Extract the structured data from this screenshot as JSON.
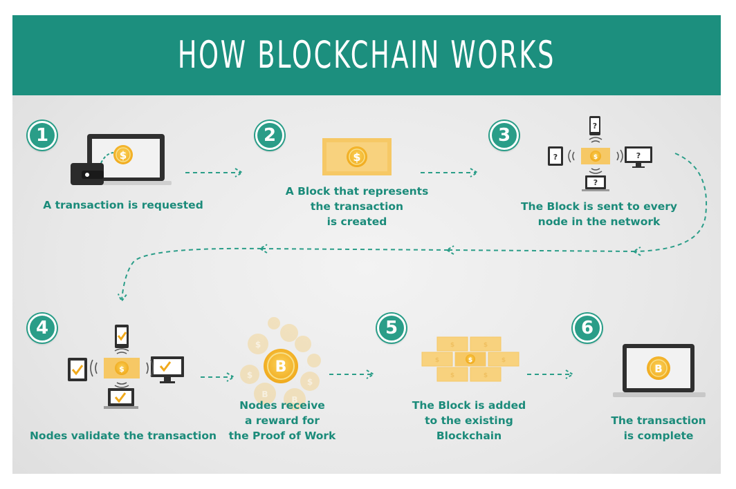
{
  "title": "HOW BLOCKCHAIN WORKS",
  "steps": {
    "one": {
      "number": "1"
    },
    "two": {
      "number": "2"
    },
    "three": {
      "number": "3"
    },
    "four": {
      "number": "4"
    },
    "five": {
      "number": "5"
    },
    "six": {
      "number": "6"
    }
  },
  "labels": {
    "requested": [
      "A transaction is requested"
    ],
    "created": [
      "A Block that represents",
      "the transaction",
      "is created"
    ],
    "sent": [
      "The Block is sent to every",
      "node in the network"
    ],
    "validate": [
      "Nodes validate the transaction"
    ],
    "reward": [
      "Nodes receive",
      "a reward for",
      "the Proof of Work"
    ],
    "added": [
      "The Block is added",
      "to the existing",
      "Blockchain"
    ],
    "complete": [
      "The transaction",
      "is complete"
    ]
  },
  "glyphs": {
    "dollar": "$",
    "bitcoin": "B",
    "question": "?"
  },
  "colors": {
    "teal": "#1c8f7e",
    "teal_text": "#1b8b7a",
    "gold": "#f5b52a",
    "light_gold": "#f8d888",
    "device_dark": "#333333"
  }
}
